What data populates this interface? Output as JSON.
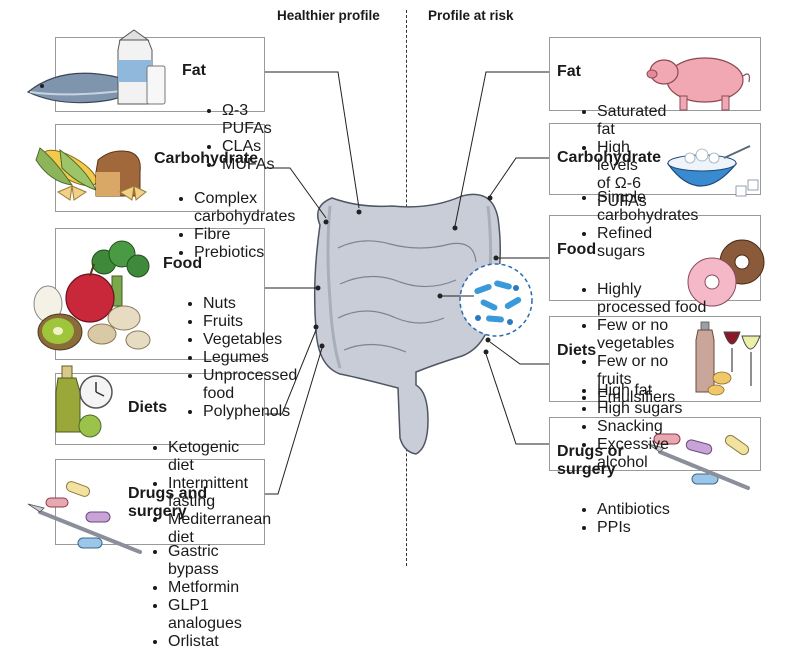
{
  "headers": {
    "healthier": "Healthier profile",
    "at_risk": "Profile at risk"
  },
  "healthier": [
    {
      "title": "Fat",
      "items": [
        "Ω-3 PUFAs",
        "CLAs",
        "MUFAs"
      ]
    },
    {
      "title": "Carbohydrate",
      "items": [
        "Complex carbohydrates",
        "Fibre",
        "Prebiotics"
      ]
    },
    {
      "title": "Food",
      "items": [
        "Nuts",
        "Fruits",
        "Vegetables",
        "Legumes",
        "Unprocessed food",
        "Polyphenols"
      ]
    },
    {
      "title": "Diets",
      "items": [
        "Ketogenic diet",
        "Intermittent fasting",
        "Mediterranean diet"
      ]
    },
    {
      "title": "Drugs and surgery",
      "items": [
        "Gastric bypass",
        "Metformin",
        "GLP1 analogues",
        "Orlistat"
      ]
    }
  ],
  "at_risk": [
    {
      "title": "Fat",
      "items": [
        "Saturated fat",
        "High levels of Ω-6 PUFAs"
      ]
    },
    {
      "title": "Carbohydrate",
      "items": [
        "Simple carbohydrates",
        "Refined sugars"
      ]
    },
    {
      "title": "Food",
      "items": [
        "Highly processed food",
        "Few or no vegetables",
        "Few or no fruits",
        "Emulsifiers"
      ]
    },
    {
      "title": "Diets",
      "items": [
        "High fat",
        "High sugars",
        "Snacking",
        "Excessive alcohol"
      ]
    },
    {
      "title": "Drugs or surgery",
      "items": [
        "Antibiotics",
        "PPIs"
      ]
    }
  ],
  "colors": {
    "gut": "#c9cdd8",
    "gut_shade": "#a9aebb",
    "microbes": "#3a9ad9",
    "box_border": "#9a9a9a"
  },
  "icons": [
    "fish-icon",
    "milk-carton-icon",
    "corn-icon",
    "bread-icon",
    "pasta-icon",
    "apple-icon",
    "broccoli-icon",
    "kiwi-icon",
    "nuts-icon",
    "olive-oil-icon",
    "clock-icon",
    "pills-icon",
    "scalpel-icon",
    "pig-icon",
    "sugar-bowl-icon",
    "donut-icon",
    "soda-bottle-icon",
    "wine-glass-icon",
    "chips-icon",
    "intestine-icon",
    "microbiota-icon"
  ]
}
